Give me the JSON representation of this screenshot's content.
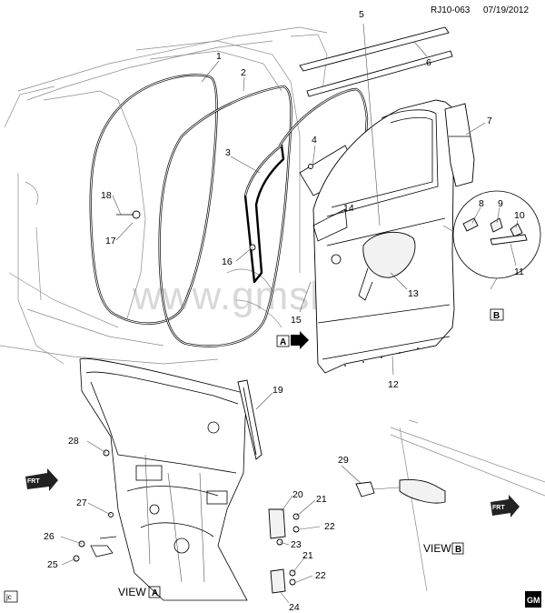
{
  "header": {
    "code": "RJ10-063",
    "date": "07/19/2012"
  },
  "watermark": "www.gmsklad.ru",
  "callouts": [
    "1",
    "2",
    "3",
    "4",
    "5",
    "6",
    "7",
    "8",
    "9",
    "10",
    "11",
    "12",
    "13",
    "14",
    "15",
    "16",
    "17",
    "18",
    "19",
    "20",
    "21",
    "22",
    "23",
    "24",
    "25",
    "26",
    "27",
    "28",
    "29",
    "21",
    "22"
  ],
  "views": {
    "a_prefix": "VIEW",
    "a_letter": "A",
    "b_prefix": "VIEW",
    "b_letter": "B"
  },
  "markers": {
    "a": "A",
    "b": "B",
    "b_circle": "B"
  },
  "frt": "FRT",
  "corner_code": "jc",
  "logo": "GM"
}
